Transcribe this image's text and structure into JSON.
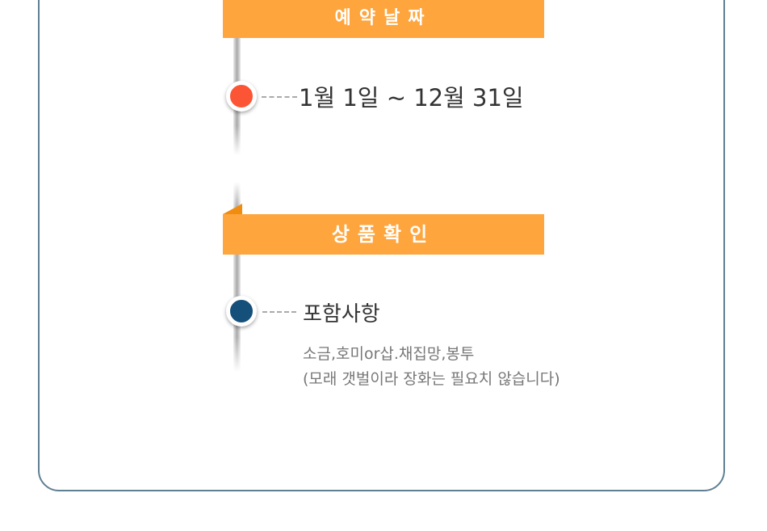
{
  "sections": [
    {
      "title": "예약날짜",
      "dot_color": "#fc5535",
      "text": "1월 1일 ~ 12월 31일"
    },
    {
      "title": "상품확인",
      "dot_color": "#15507a",
      "text": "포함사항",
      "details": [
        "소금,호미or삽.채집망,봉투",
        "(모래 갯벌이라 장화는 필요치 않습니다)"
      ]
    }
  ]
}
